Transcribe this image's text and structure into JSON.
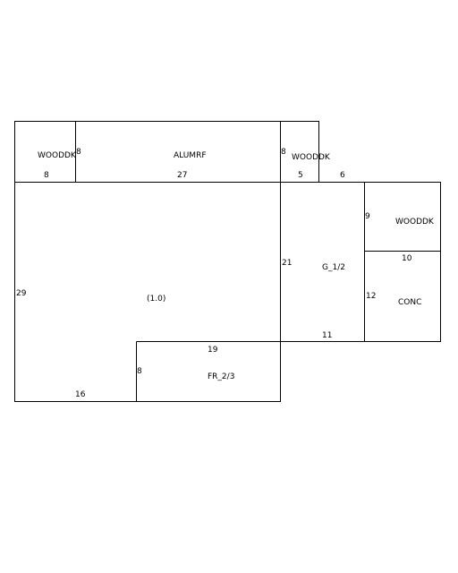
{
  "areas": {
    "wooddk_left": "WOODDK",
    "alumrf": "ALUMRF",
    "wooddk_mid": "WOODDK",
    "main": "(1.0)",
    "g_half": "G_1/2",
    "wooddk_right": "WOODDK",
    "conc": "CONC",
    "fr_two_thirds": "FR_2/3"
  },
  "dimensions": {
    "wooddk_left_width": "8",
    "wooddk_left_height": "8",
    "alumrf_width": "27",
    "alumrf_height": "8",
    "wooddk_mid_width": "5",
    "offset_6": "6",
    "main_height": "29",
    "main_bottom": "16",
    "g_half_height": "21",
    "g_half_bottom": "11",
    "wooddk_right_height": "9",
    "wooddk_right_width": "10",
    "conc_height": "12",
    "fr_width": "19",
    "fr_height": "8"
  }
}
